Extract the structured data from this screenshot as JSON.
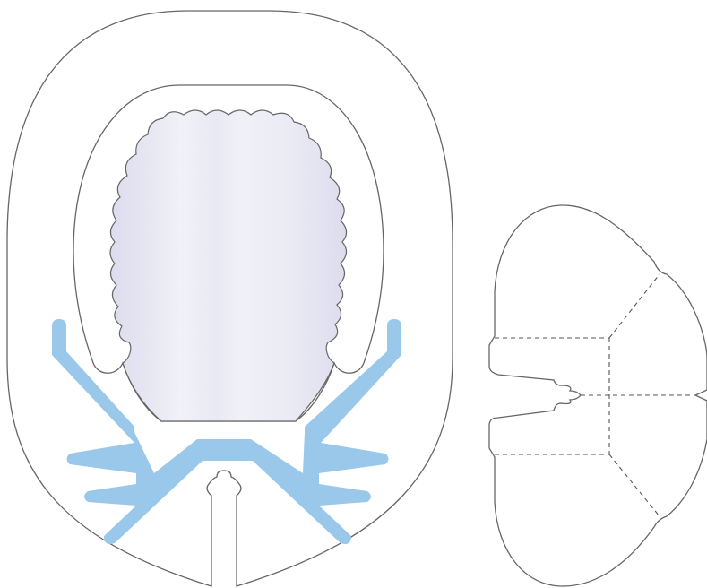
{
  "colors": {
    "background": "#ffffff",
    "outline": "#666666",
    "fold_line": "#555555",
    "window_film_light": "#f1f1f8",
    "window_film_shade": "#dcdcee",
    "adhesive_strip": "#99c8ea"
  },
  "components": {
    "main_panel": "main-dressing-panel",
    "window": "transparent-film-window",
    "adhesive": "adhesive-strip",
    "side_piece": "securing-flap-piece"
  }
}
